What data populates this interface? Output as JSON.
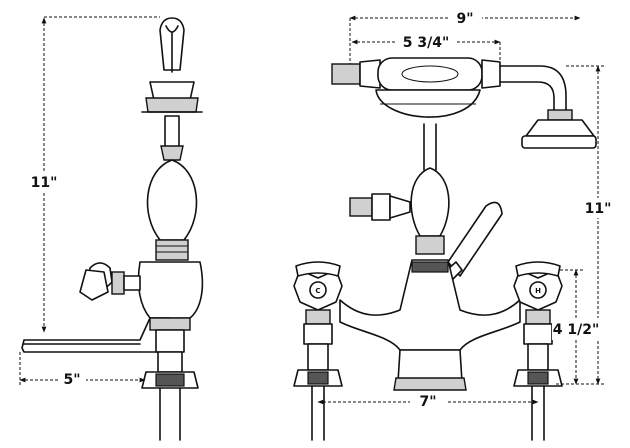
{
  "dimensions": {
    "left_height": "11\"",
    "left_spout": "5\"",
    "top_width": "9\"",
    "handset_width": "5 3/4\"",
    "right_height": "11\"",
    "handle_height": "4 1/2\"",
    "center_spacing": "7\""
  },
  "handle_marks": {
    "left": "C",
    "right": "H"
  }
}
